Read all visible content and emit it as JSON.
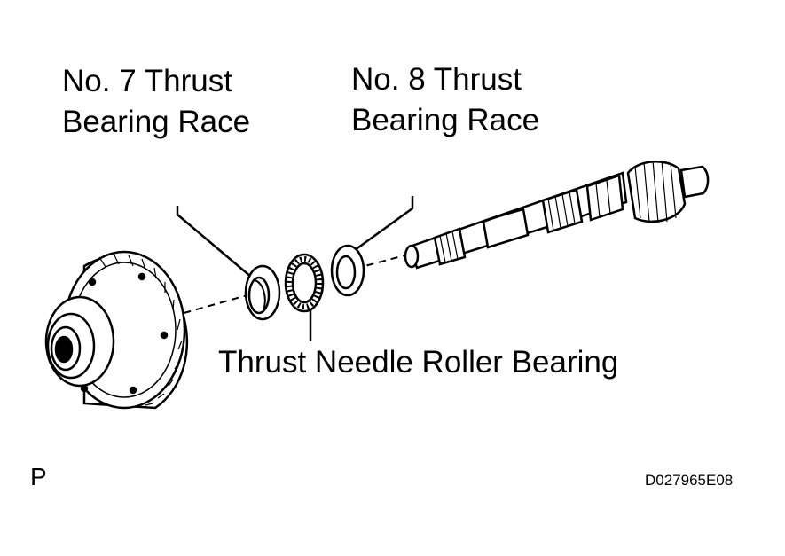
{
  "labels": {
    "race7_line1": "No. 7 Thrust",
    "race7_line2": "Bearing Race",
    "race8_line1": "No. 8 Thrust",
    "race8_line2": "Bearing Race",
    "needle": "Thrust Needle Roller Bearing"
  },
  "corner_letter": "P",
  "figure_code": "D027965E08"
}
